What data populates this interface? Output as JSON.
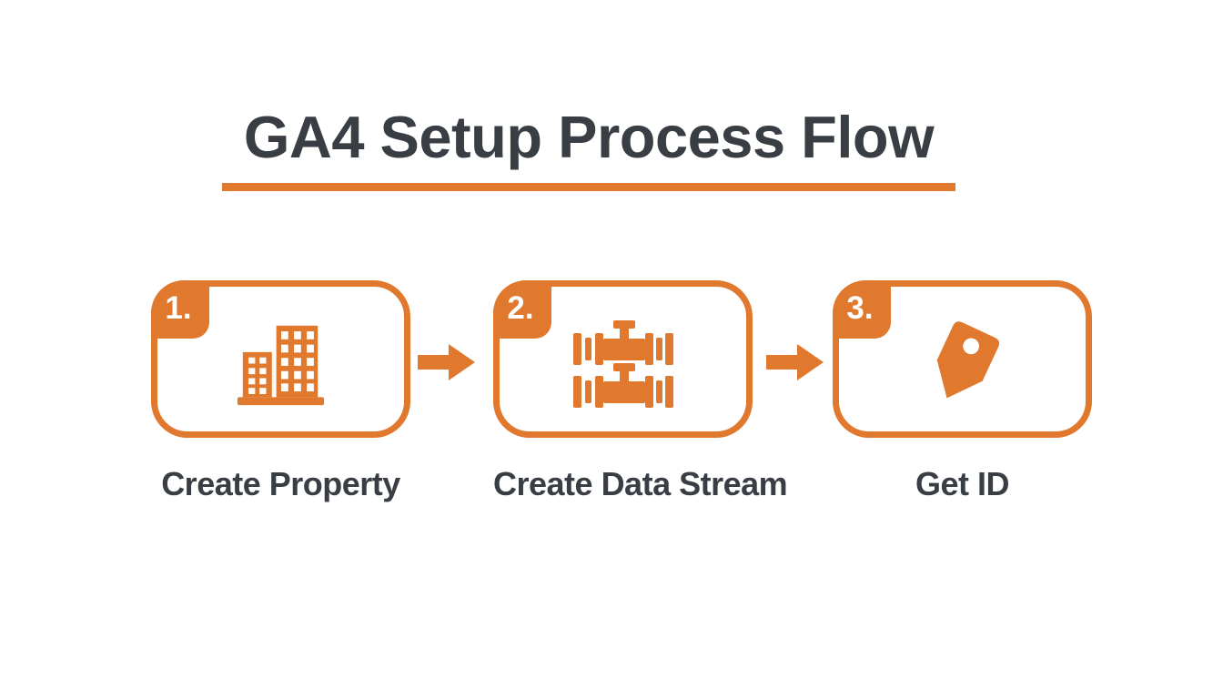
{
  "header": {
    "title": "GA4 Setup Process Flow"
  },
  "colors": {
    "accent": "#E0782E",
    "text": "#393E44",
    "badge_text": "#FFFFFF",
    "background": "#FFFFFF"
  },
  "steps": [
    {
      "number": "1.",
      "label": "Create Property",
      "icon": "buildings-icon"
    },
    {
      "number": "2.",
      "label": "Create Data Stream",
      "icon": "pipeline-icon"
    },
    {
      "number": "3.",
      "label": "Get ID",
      "icon": "price-tag-icon"
    }
  ],
  "connectors": [
    {
      "icon": "arrow-right-icon"
    },
    {
      "icon": "arrow-right-icon"
    }
  ]
}
